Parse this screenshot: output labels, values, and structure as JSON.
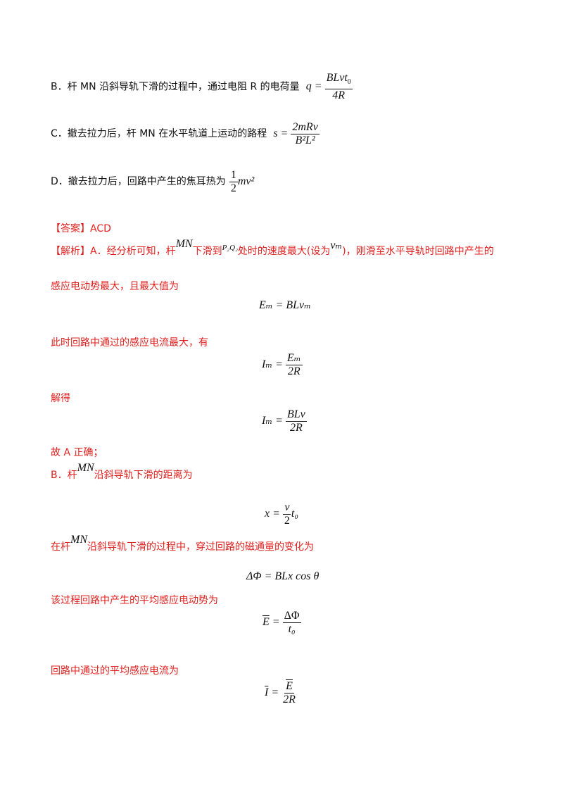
{
  "options": {
    "b_text": "B．杆 MN 沿斜导轨下滑的过程中，通过电阻 R 的电荷量",
    "b_eq_lhs": "q =",
    "b_eq_num": "BLvt",
    "b_eq_num_sub": "0",
    "b_eq_den": "4R",
    "c_text": "C．撤去拉力后，杆 MN 在水平轨道上运动的路程",
    "c_eq_lhs": "s =",
    "c_eq_num": "2mRv",
    "c_eq_den": "B²L²",
    "d_text": "D．撤去拉力后，回路中产生的焦耳热为",
    "d_eq_num": "1",
    "d_eq_den": "2",
    "d_eq_tail": "mv²"
  },
  "answer": {
    "label": "【答案】ACD"
  },
  "analysis": {
    "line1_a": "【解析】A．经分析可知，杆",
    "line1_mn": "MN",
    "line1_b": "下滑到",
    "line1_p": "P₂Q₂",
    "line1_c": "处时的速度最大(设为",
    "line1_vm": "vₘ",
    "line1_d": ")，刚滑至水平导轨时回路中产生的",
    "line2": "感应电动势最大，且最大值为",
    "eq1": "Eₘ = BLvₘ",
    "line3": "此时回路中通过的感应电流最大，有",
    "eq2_lhs": "Iₘ =",
    "eq2_num": "Eₘ",
    "eq2_den": "2R",
    "line4": "解得",
    "eq3_lhs": "Iₘ =",
    "eq3_num": "BLv",
    "eq3_den": "2R",
    "line5": "故 A 正确；",
    "line6_a": "B．杆",
    "line6_mn": "MN",
    "line6_b": "沿斜导轨下滑的距离为",
    "eq4_lhs": "x =",
    "eq4_num": "v",
    "eq4_den": "2",
    "eq4_tail": "t₀",
    "line7_a": "在杆",
    "line7_mn": "MN",
    "line7_b": "沿斜导轨下滑的过程中，穿过回路的磁通量的变化为",
    "eq5": "ΔΦ = BLx cos θ",
    "line8": "该过程回路中产生的平均感应电动势为",
    "eq6_lhs": "E",
    "eq6_eq": "=",
    "eq6_num": "ΔΦ",
    "eq6_den": "t₀",
    "line9": "回路中通过的平均感应电流为",
    "eq7_lhs": "I",
    "eq7_eq": "=",
    "eq7_num": "E",
    "eq7_den": "2R"
  }
}
